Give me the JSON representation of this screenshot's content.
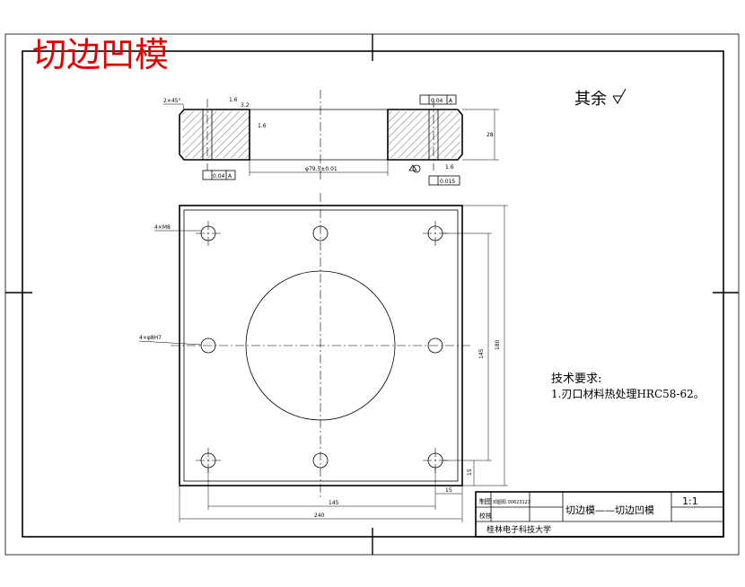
{
  "title": "切边凹模",
  "surface_finish": "其余",
  "tech_requirements": {
    "heading": "技术要求:",
    "item1": "1.刃口材料热处理HRC58-62。"
  },
  "dims": {
    "chamfer": "2×45°",
    "bore": "φ79.5±0.01",
    "thickness": "28",
    "holes_4": "4×M8",
    "holes_4b": "4×φ8H7",
    "width_inner": "145",
    "width_outer": "240",
    "height_inner": "145",
    "height_outer": "180",
    "edge_y": "15",
    "edge_x": "15",
    "rough1": "1.6",
    "rough2": "3.2",
    "rough3": "1.6",
    "rough4": "1.6",
    "gdt_left_tol": "0.04",
    "gdt_left_ref": "A",
    "gdt_right_tol": "0.04",
    "gdt_right_ref": "A",
    "gdt_flat_tol": "0.015"
  },
  "title_block": {
    "row1_label": "制图",
    "row1_name": "邓韶阳 00623123",
    "row2_label": "校核",
    "part_name": "切边模——切边凹模",
    "scale": "1:1",
    "school": "桂林电子科技大学"
  }
}
